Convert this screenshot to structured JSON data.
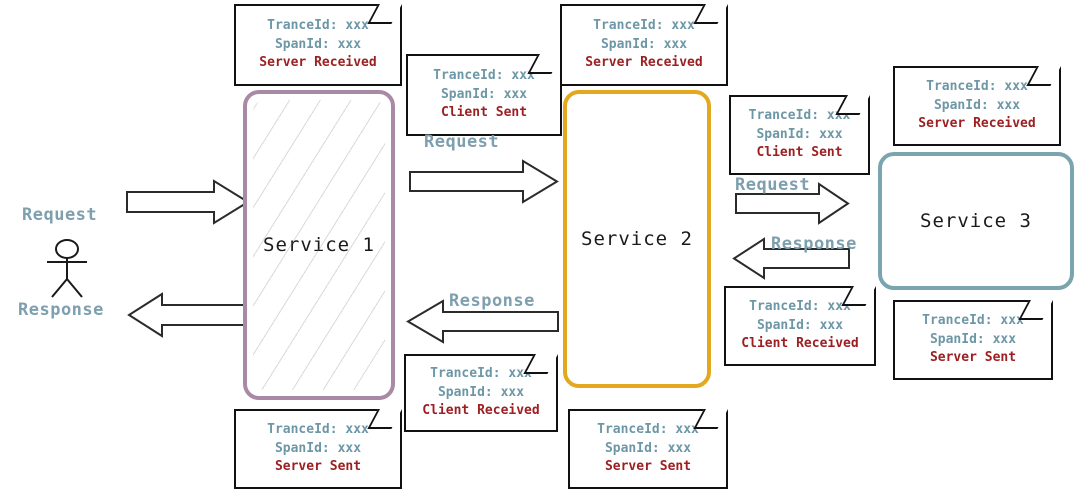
{
  "diagram": {
    "title": "Distributed tracing across services",
    "colors": {
      "trace_id_text": "#6d97a6",
      "event_text": "#9c1f22",
      "flow_label": "#7d9fae",
      "service1_border": "#a98aa6",
      "service2_border": "#e3a81e",
      "service3_border": "#7ba5ae",
      "note_border": "#111111",
      "arrow_stroke": "#2b2b2b",
      "background": "#ffffff"
    }
  },
  "actor": {
    "name": "user-stick-figure",
    "request_label": "Request",
    "response_label": "Response"
  },
  "services": [
    {
      "id": "service-1",
      "label": "Service 1"
    },
    {
      "id": "service-2",
      "label": "Service 2"
    },
    {
      "id": "service-3",
      "label": "Service 3"
    }
  ],
  "flow_labels": [
    {
      "id": "actor-request",
      "text": "Request"
    },
    {
      "id": "actor-response",
      "text": "Response"
    },
    {
      "id": "s1-s2-request",
      "text": "Request"
    },
    {
      "id": "s2-s1-response",
      "text": "Response"
    },
    {
      "id": "s2-s3-request",
      "text": "Request"
    },
    {
      "id": "s3-s2-response",
      "text": "Response"
    }
  ],
  "span_notes": [
    {
      "id": "s1-server-received",
      "trace_id": "TranceId: xxx",
      "span_id": "SpanId: xxx",
      "event": "Server Received"
    },
    {
      "id": "s1-client-sent",
      "trace_id": "TranceId: xxx",
      "span_id": "SpanId: xxx",
      "event": "Client Sent"
    },
    {
      "id": "s2-server-received",
      "trace_id": "TranceId: xxx",
      "span_id": "SpanId: xxx",
      "event": "Server Received"
    },
    {
      "id": "s2-client-sent",
      "trace_id": "TranceId: xxx",
      "span_id": "SpanId: xxx",
      "event": "Client Sent"
    },
    {
      "id": "s3-server-received",
      "trace_id": "TranceId: xxx",
      "span_id": "SpanId: xxx",
      "event": "Server Received"
    },
    {
      "id": "s3-server-sent",
      "trace_id": "TranceId: xxx",
      "span_id": "SpanId: xxx",
      "event": "Server Sent"
    },
    {
      "id": "s2-client-received",
      "trace_id": "TranceId: xxx",
      "span_id": "SpanId: xxx",
      "event": "Client Received"
    },
    {
      "id": "s2-server-sent",
      "trace_id": "TranceId: xxx",
      "span_id": "SpanId: xxx",
      "event": "Server Sent"
    },
    {
      "id": "s1-client-received",
      "trace_id": "TranceId: xxx",
      "span_id": "SpanId: xxx",
      "event": "Client Received"
    },
    {
      "id": "s1-server-sent",
      "trace_id": "TranceId: xxx",
      "span_id": "SpanId: xxx",
      "event": "Server Sent"
    }
  ]
}
